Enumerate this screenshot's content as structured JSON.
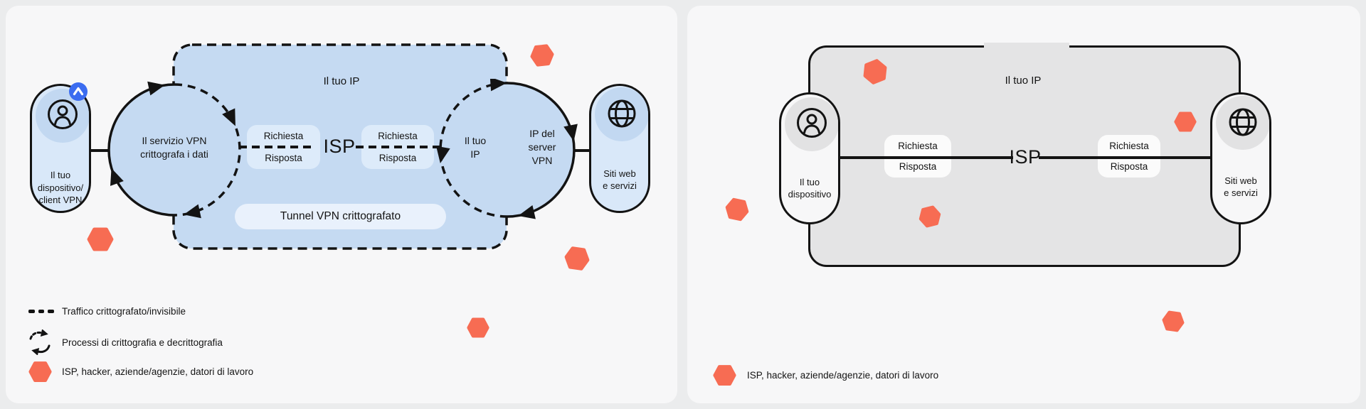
{
  "colors": {
    "hexagon": "#F76C53",
    "badge_blue": "#3B6CF0",
    "tunnel_fill": "#C5DAF2",
    "left_box_fill": "#DDEBFA",
    "tunnel_label_fill": "#E9F1FC",
    "left_pill_fill": "#D9E8F9",
    "right_rect_fill": "#E4E4E5",
    "ink": "#141414"
  },
  "shared": {
    "request": "Richiesta",
    "response": "Risposta",
    "isp": "ISP"
  },
  "left": {
    "device_label": "Il tuo\ndispositivo/\nclient VPN",
    "vpn_circle_label": "Il servizio VPN\ncrittografa i dati",
    "tunnel_ip_label": "Il tuo IP",
    "exit_inside_label": "Il tuo\nIP",
    "exit_outside_label": "IP del\nserver\nVPN",
    "tunnel_label": "Tunnel VPN crittografato",
    "websites_label": "Siti web\ne servizi",
    "legend": [
      {
        "icon": "dashed-line-icon",
        "label": "Traffico crittografato/invisibile"
      },
      {
        "icon": "cycle-arrows-icon",
        "label": "Processi di crittografia e decrittografia"
      },
      {
        "icon": "threat-hexagon-icon",
        "label": "ISP, hacker, aziende/agenzie, datori di lavoro"
      }
    ]
  },
  "right": {
    "your_ip_label": "Il tuo IP",
    "device_label": "Il tuo\ndispositivo",
    "websites_label": "Siti web\ne servizi",
    "legend": [
      {
        "icon": "threat-hexagon-icon",
        "label": "ISP, hacker, aziende/agenzie, datori di lavoro"
      }
    ]
  }
}
